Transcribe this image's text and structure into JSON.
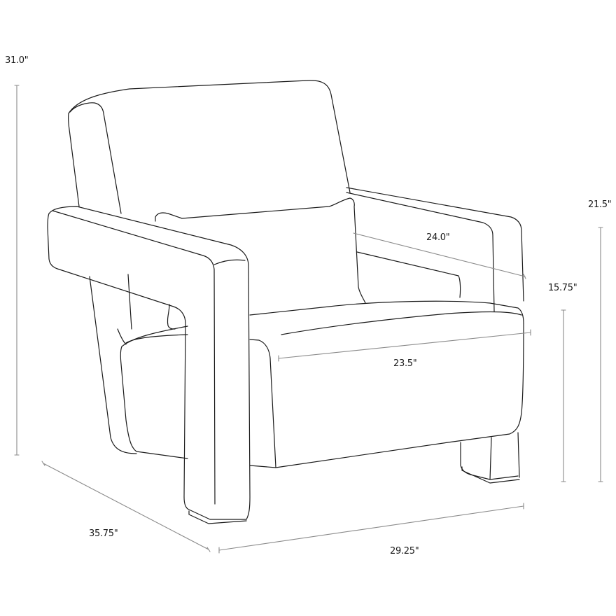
{
  "diagram": {
    "subject": "Armchair dimension line drawing",
    "dimensions": {
      "overall_height": "31.0\"",
      "arm_height": "21.5\"",
      "seat_depth": "24.0\"",
      "seat_height": "15.75\"",
      "seat_width": "23.5\"",
      "overall_depth": "35.75\"",
      "overall_width": "29.25\""
    },
    "colors": {
      "outline": "#1a1a1a",
      "dimension_line": "#8a8a8a",
      "background": "#ffffff"
    }
  }
}
